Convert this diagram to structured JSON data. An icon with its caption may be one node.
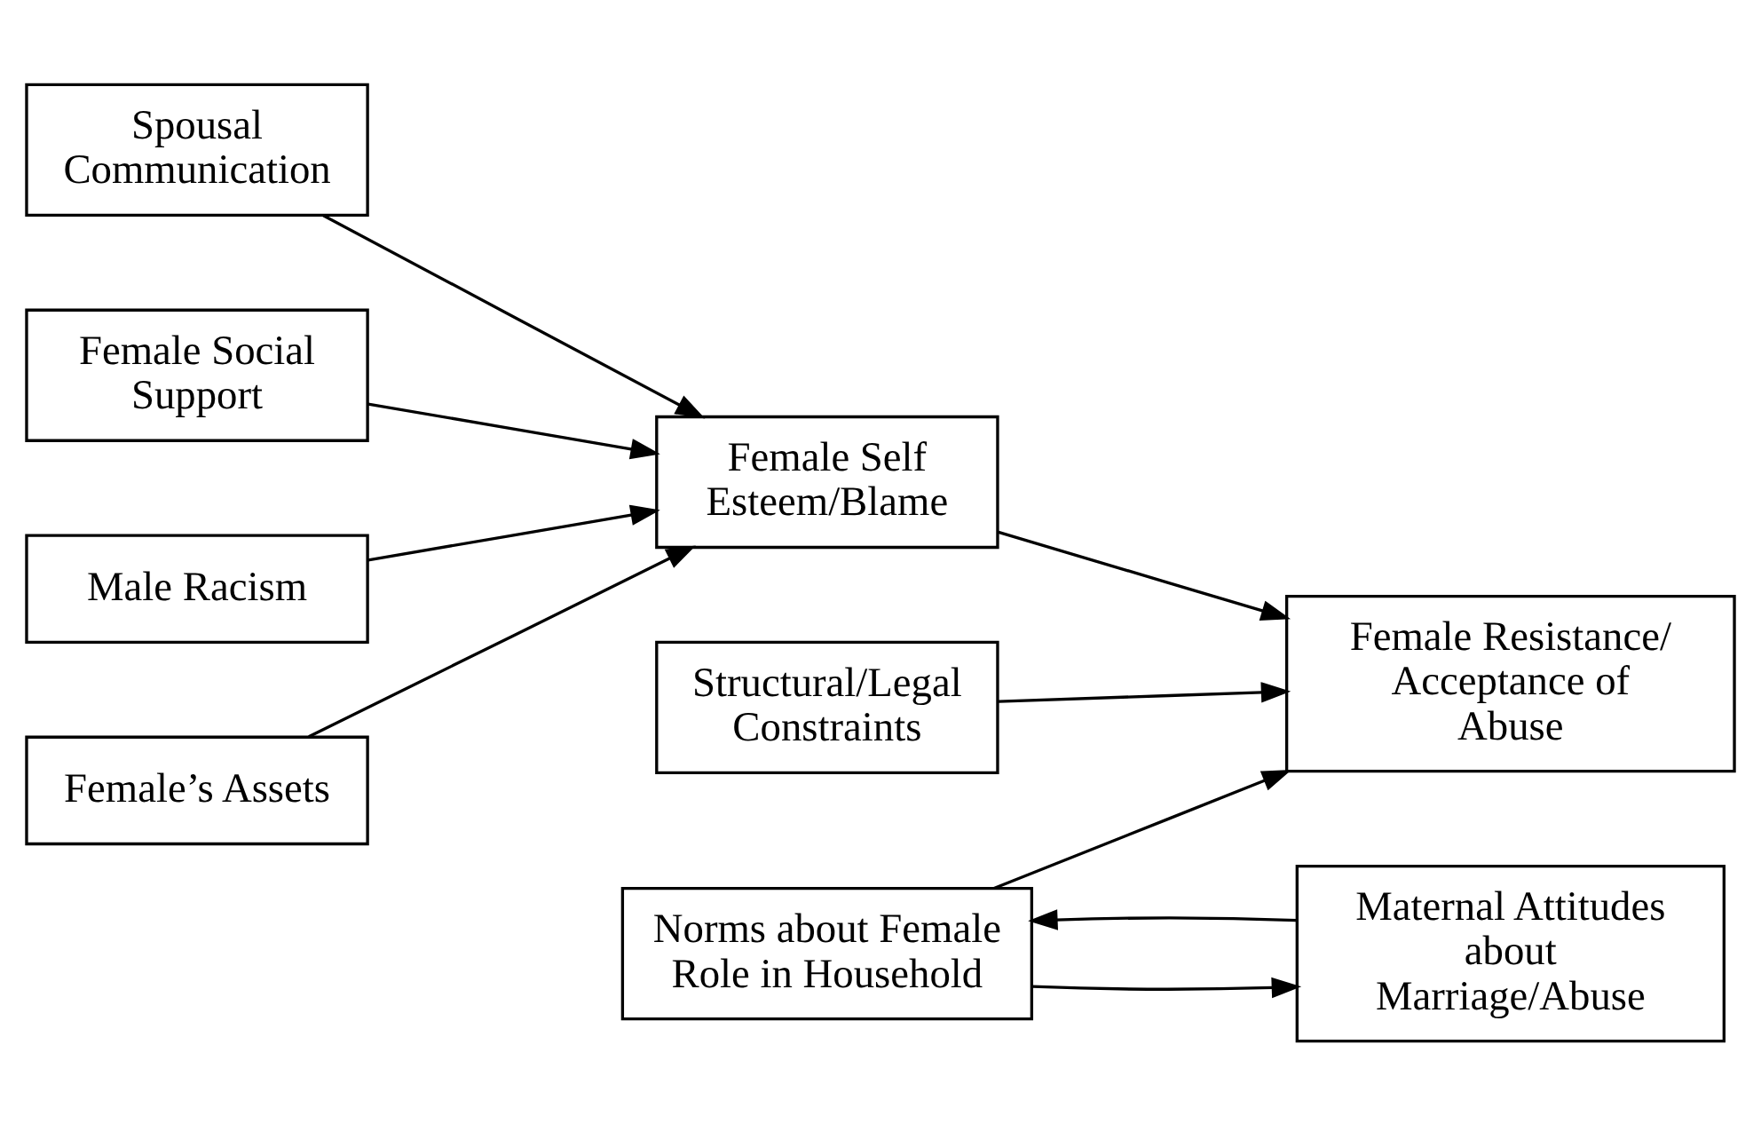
{
  "diagram": {
    "nodes": [
      {
        "text": [
          "Spousal Communication"
        ]
      },
      {
        "text": [
          "Female Social Support"
        ]
      },
      {
        "text": [
          "Male Racism"
        ]
      },
      {
        "text": [
          "Female’s Assets"
        ]
      },
      {
        "text": [
          "Structural/Legal Constraints"
        ]
      },
      {
        "text": [
          "Female Self Esteem/Blame"
        ]
      },
      {
        "text": [
          "Female Resistance/ Acceptance of Abuse"
        ]
      },
      {
        "text": [
          "Norms about Female Role in Household"
        ]
      },
      {
        "text": [
          "Maternal Attitudes about Marriage/Abuse"
        ]
      }
    ],
    "edges": [
      {
        "from": 0,
        "to": 5,
        "arrow": "to"
      },
      {
        "from": 1,
        "to": 5,
        "arrow": "to"
      },
      {
        "from": 2,
        "to": 5,
        "arrow": "to"
      },
      {
        "from": 3,
        "to": 5,
        "arrow": "to"
      },
      {
        "from": 4,
        "to": 6,
        "arrow": "to"
      },
      {
        "from": 5,
        "to": 6,
        "arrow": "to"
      },
      {
        "from": 7,
        "to": 6,
        "arrow": "to"
      },
      {
        "from": 8,
        "to": 7,
        "arrow": "to"
      },
      {
        "from": 7,
        "to": 8,
        "arrow": "to"
      }
    ]
  }
}
